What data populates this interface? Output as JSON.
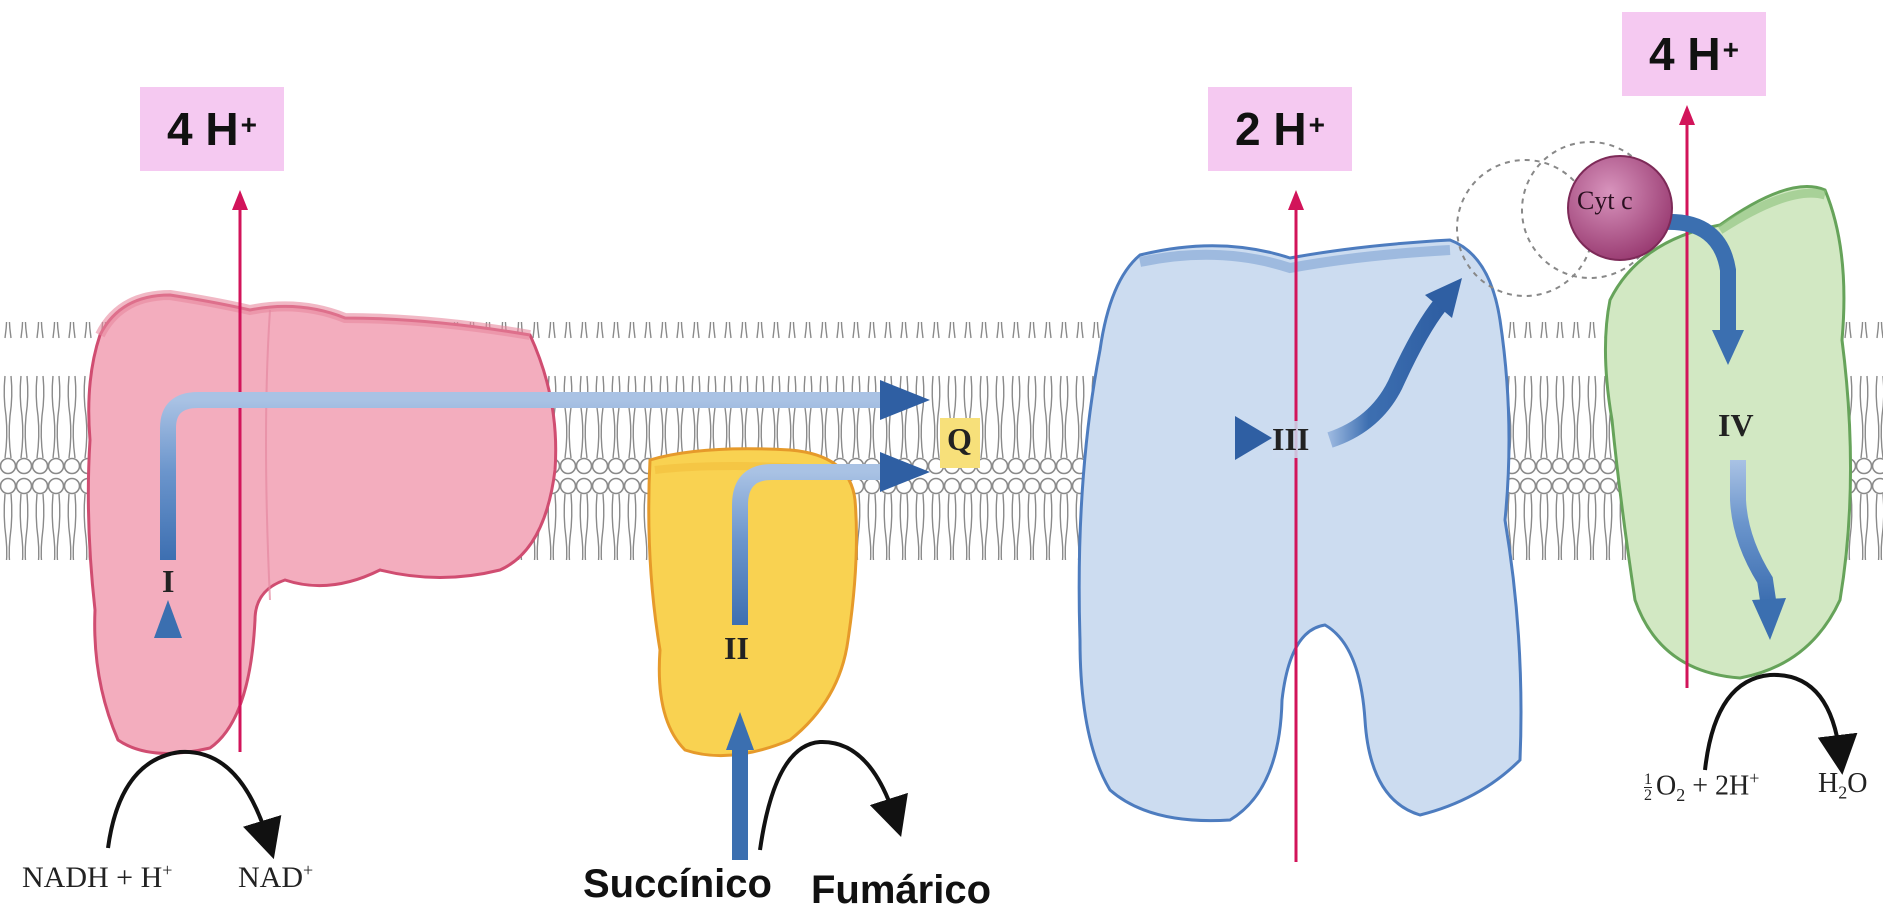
{
  "proton_boxes": [
    {
      "id": "complex-i-protons",
      "label": "4 H",
      "superscript": "+"
    },
    {
      "id": "complex-iii-protons",
      "label": "2 H",
      "superscript": "+"
    },
    {
      "id": "complex-iv-protons",
      "label": "4 H",
      "superscript": "+"
    }
  ],
  "complexes": {
    "i": "I",
    "ii": "II",
    "q": "Q",
    "iii": "III",
    "iv": "IV",
    "cyt_c": "Cyt c"
  },
  "substrates": {
    "nadh": "NADH + H",
    "nadh_sup": "+",
    "nad": "NAD",
    "nad_sup": "+",
    "succinico": "Succínico",
    "fumarico": "Fumárico",
    "o2_frac_num": "1",
    "o2_frac_den": "2",
    "o2_text": "O",
    "o2_sub": "2",
    "o2_tail": " + 2H",
    "o2_sup": "+",
    "water": "H",
    "water_sub": "2",
    "water_tail": "O"
  },
  "colors": {
    "complex_i": "#f2a9b8",
    "complex_ii": "#f7cc3c",
    "complex_iii": "#c9daf0",
    "complex_iv": "#cfe6c0",
    "cyt_c": "#b04f88",
    "electron_arrow": "#3b6fb0",
    "proton_arrow": "#d2145a",
    "proton_box": "#f5c9f1"
  }
}
